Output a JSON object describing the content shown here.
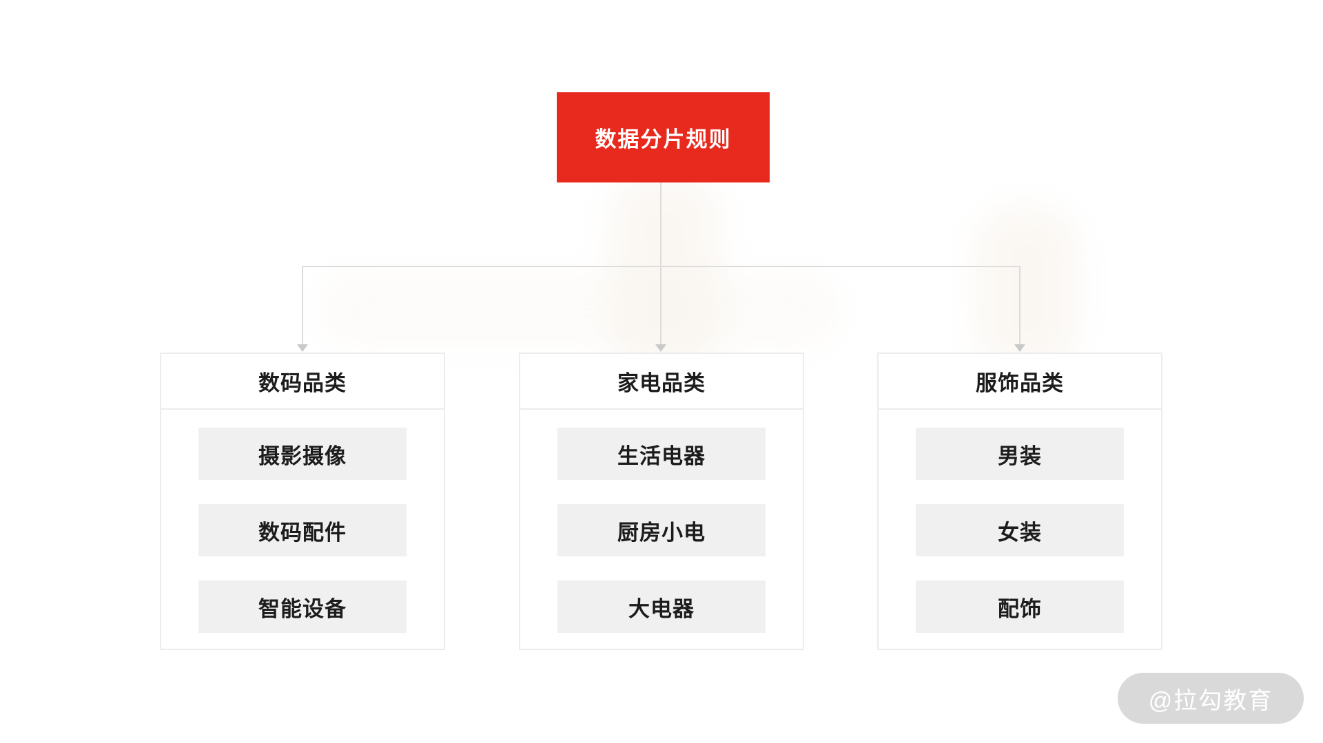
{
  "root": {
    "label": "数据分片规则"
  },
  "categories": [
    {
      "title": "数码品类",
      "items": [
        "摄影摄像",
        "数码配件",
        "智能设备"
      ]
    },
    {
      "title": "家电品类",
      "items": [
        "生活电器",
        "厨房小电",
        "大电器"
      ]
    },
    {
      "title": "服饰品类",
      "items": [
        "男装",
        "女装",
        "配饰"
      ]
    }
  ],
  "watermark": {
    "label": "@拉勾教育"
  },
  "icons": {
    "arrow_down": "connector arrowhead pointing down"
  },
  "colors": {
    "root_bg": "#e8291d",
    "root_text": "#ffffff",
    "card_border": "#ececec",
    "item_bg": "#f0f0f0",
    "text": "#1c1c1c",
    "connector": "#dcdcdc",
    "arrow": "#c9c9c9",
    "watermark_bg": "#d9d9d9",
    "watermark_text": "#ffffff"
  }
}
